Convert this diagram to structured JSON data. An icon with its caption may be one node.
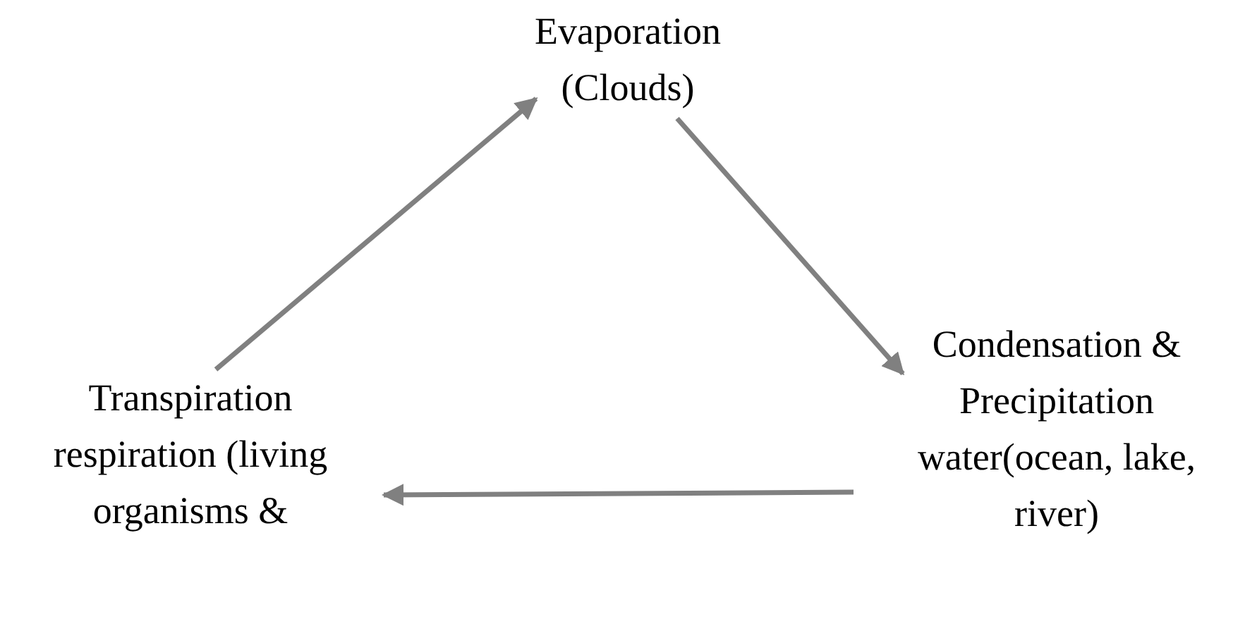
{
  "diagram": {
    "nodes": [
      {
        "text": [
          "Evaporation (Clouds)"
        ]
      },
      {
        "text": [
          "Condensation & Precipitation water(ocean, lake, river)"
        ]
      },
      {
        "text": [
          "Transpiration respiration (living organisms &"
        ]
      }
    ],
    "edges": [
      {
        "from": 2,
        "to": 0,
        "arrow": "to"
      },
      {
        "from": 0,
        "to": 1,
        "arrow": "to"
      },
      {
        "from": 1,
        "to": 2,
        "arrow": "to"
      }
    ]
  }
}
